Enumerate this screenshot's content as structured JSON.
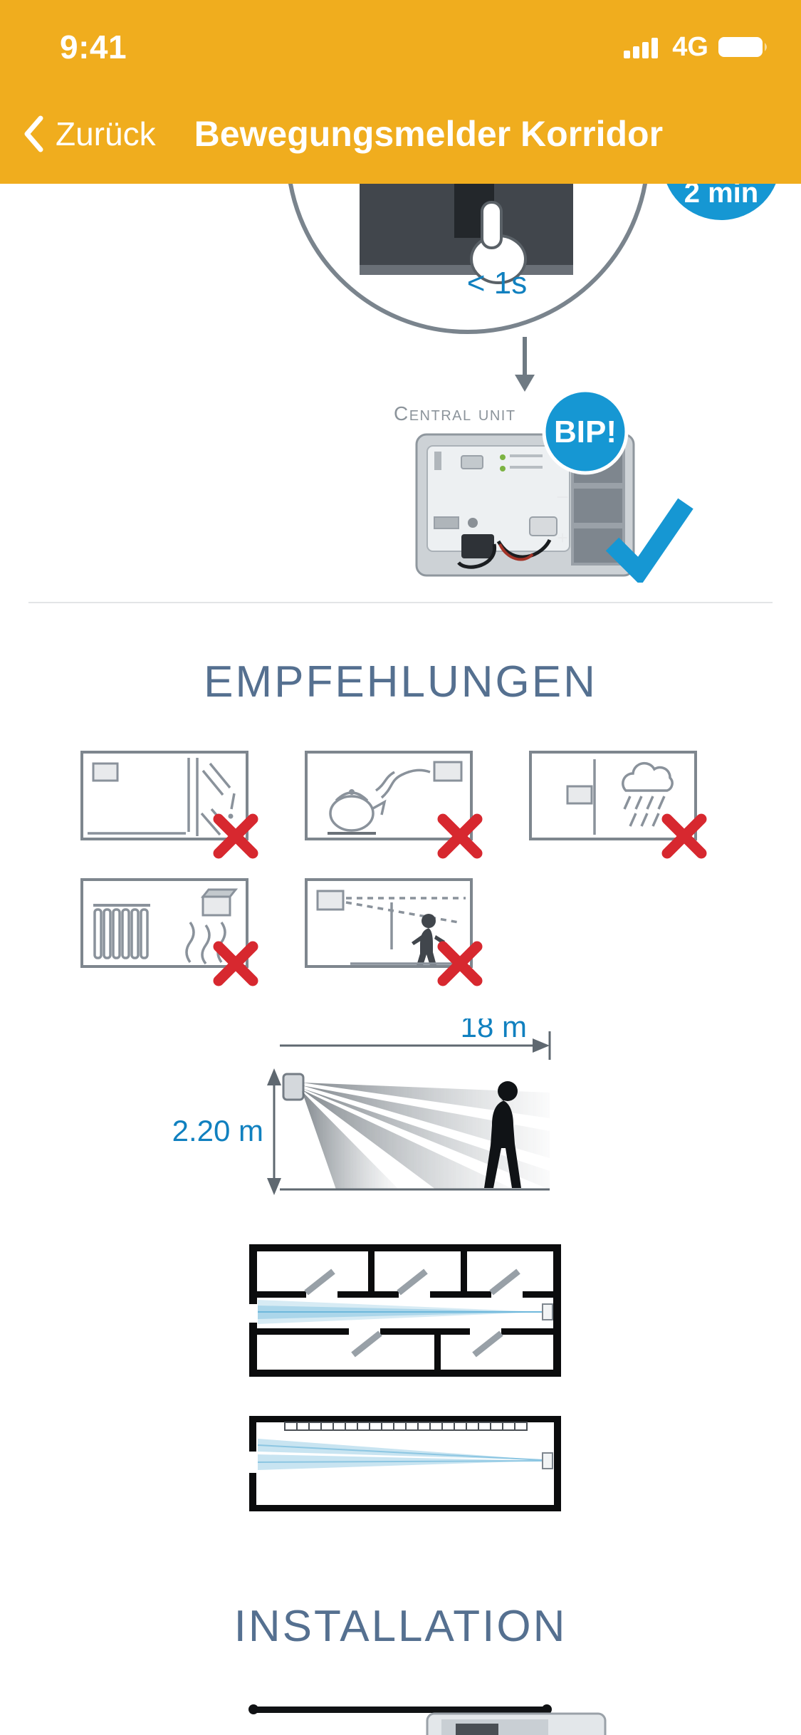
{
  "status_bar": {
    "time": "9:41",
    "network": "4G"
  },
  "nav": {
    "back_label": "Zurück",
    "title": "Bewegungsmelder Korridor"
  },
  "pairing": {
    "press_duration": "< 1s",
    "timer_badge": "2 min",
    "device_label": "Central unit",
    "beep_badge": "BIP!"
  },
  "sections": {
    "recommendations": "EMPFEHLUNGEN",
    "installation": "INSTALLATION"
  },
  "range": {
    "distance": "18 m",
    "height": "2.20 m"
  },
  "recommendation_warnings": [
    "avoid-window-drafts",
    "avoid-kitchen-steam",
    "avoid-rain-moisture",
    "avoid-radiator-heat",
    "avoid-low-mounting-children"
  ],
  "icons": {
    "back": "chevron-left-icon",
    "signal": "signal-bars-icon",
    "battery": "battery-full-icon",
    "press": "finger-press-icon",
    "success": "blue-check-icon",
    "prohibited": "red-x-icon",
    "arrow": "arrow-down-icon"
  },
  "colors": {
    "header_yellow": "#F0AD1E",
    "accent_blue": "#1697D3",
    "label_blue": "#1080BF",
    "heading_slate": "#557090",
    "error_red": "#D7282F"
  }
}
